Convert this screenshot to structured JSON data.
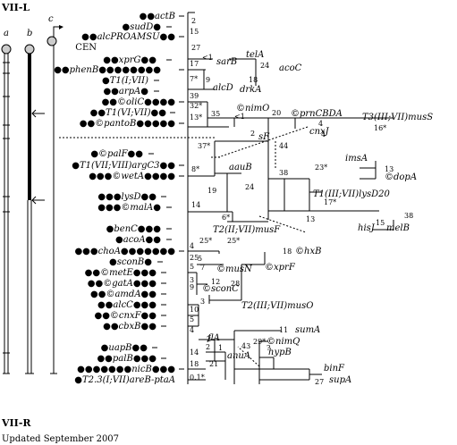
{
  "section_title": "VII-L",
  "section_bottom": "VII-R",
  "updated": "Updated September 2007",
  "column_labels": [
    "a",
    "b",
    "c"
  ],
  "loci": [
    {
      "label": "●●actB"
    },
    {
      "label": "●sudD●"
    },
    {
      "label": "●●alcPROAMSU●●"
    },
    {
      "label": "CEN"
    },
    {
      "label": "●●xprG●●"
    },
    {
      "label": "●●phenB●●●●●●●●"
    },
    {
      "label": "●T1(I;VII)"
    },
    {
      "label": "●●arpA●"
    },
    {
      "label": "●●©oliC●●●●"
    },
    {
      "label": "●●T1(VI;VII)●●"
    },
    {
      "label": "●●©pantoB●●●●●"
    },
    {
      "label": "●©palF●●"
    },
    {
      "label": "●T1(VII;VIII)argC3●●"
    },
    {
      "label": "●●●©wetA●●●●"
    },
    {
      "label": "●●●lysD●●"
    },
    {
      "label": "●●●©malA●"
    },
    {
      "label": "●benC●●●"
    },
    {
      "label": "●acoA●●"
    },
    {
      "label": "●●●choA●●●●●●●"
    },
    {
      "label": "●sconB●"
    },
    {
      "label": "●●©metE●●●"
    },
    {
      "label": "●●©gatA●●●"
    },
    {
      "label": "●●©amdA●●"
    },
    {
      "label": "●●alcC●●●"
    },
    {
      "label": "●●©cnxF●●"
    },
    {
      "label": "●●cbxB●●"
    },
    {
      "label": "●uapB●●"
    },
    {
      "label": "●●palB●●●"
    },
    {
      "label": "●●●●●●●nicB●●●"
    },
    {
      "label": "●T2.3(I;VII)areB-ptaA"
    }
  ],
  "distances": [
    "2",
    "15",
    "27",
    "<1",
    "17",
    "7*",
    "39",
    "32*",
    "13*",
    "37*",
    "8*",
    "14",
    "25*",
    "4",
    "25",
    "5",
    "3",
    "9",
    "10",
    "5",
    "4",
    "2",
    "14",
    "18",
    "0.1*",
    "11",
    "9",
    "5",
    "35",
    "<1",
    "24",
    "18",
    "21",
    "19",
    "24",
    "28",
    "38",
    "12",
    "43",
    "6*",
    "29*",
    "4",
    "?",
    "2",
    "1",
    "27",
    "25*",
    "16*",
    "23*",
    "13",
    "17*",
    "13",
    "15",
    "38",
    "20",
    "4",
    "2",
    "44",
    "7",
    "3"
  ],
  "genes": [
    "sarB",
    "telA",
    "alcD",
    "drkA",
    "acoC",
    "©nimO",
    "©prnCBDA",
    "cnxJ",
    "sF",
    "T3(III;VII)musS",
    "aauB",
    "imsA",
    "©dopA",
    "T1(III;VII)lysD20",
    "hisJ",
    "melB",
    "T2(II;VII)musF",
    "©hxB",
    "©musN",
    "©xprF",
    "©sconC",
    "T2(III;VII)musO",
    "sumA",
    "©nimQ",
    "hypB",
    "flA",
    "anuA",
    "binF",
    "supA",
    "18"
  ]
}
